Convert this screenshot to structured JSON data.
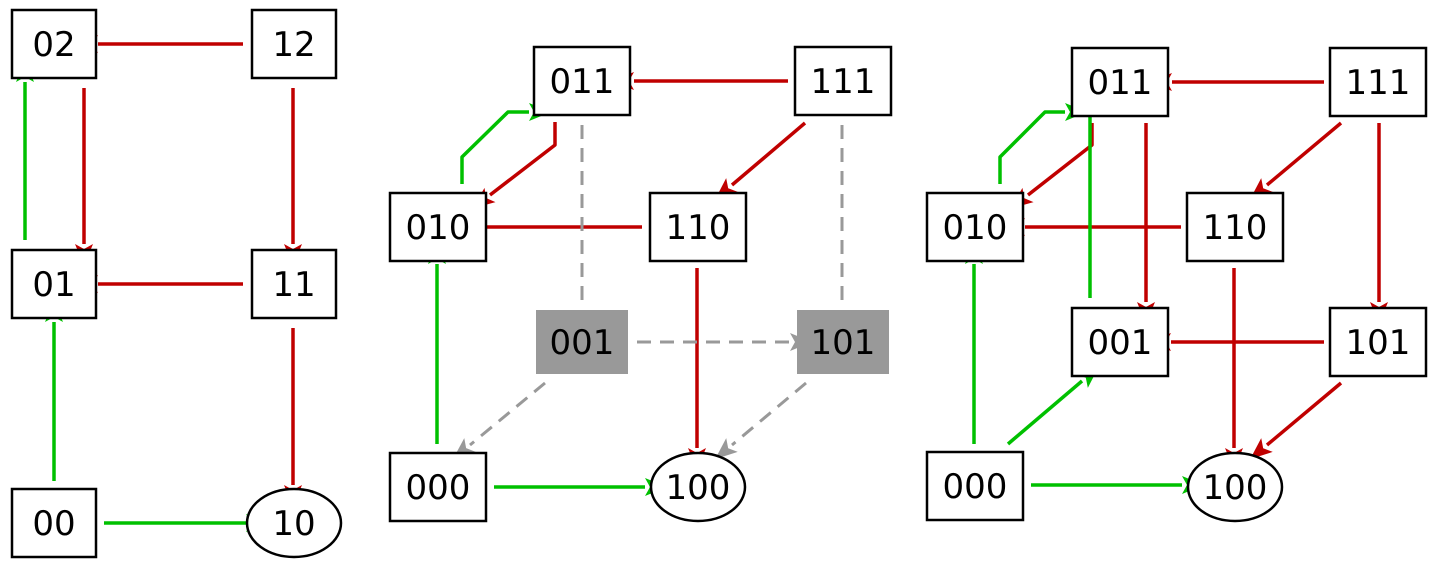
{
  "colors": {
    "green": "#00c000",
    "red": "#c00000",
    "gray": "#999999",
    "ink": "#000000",
    "paper": "#ffffff"
  },
  "diagrams": [
    {
      "id": "two-digit",
      "nodes": [
        {
          "id": "02",
          "label": "02",
          "shape": "box"
        },
        {
          "id": "12",
          "label": "12",
          "shape": "box"
        },
        {
          "id": "01",
          "label": "01",
          "shape": "box"
        },
        {
          "id": "11",
          "label": "11",
          "shape": "box"
        },
        {
          "id": "00",
          "label": "00",
          "shape": "box"
        },
        {
          "id": "10",
          "label": "10",
          "shape": "ellipse"
        }
      ],
      "edges": [
        {
          "from": "12",
          "to": "02",
          "color": "red"
        },
        {
          "from": "02",
          "to": "01",
          "color": "red"
        },
        {
          "from": "12",
          "to": "11",
          "color": "red"
        },
        {
          "from": "11",
          "to": "01",
          "color": "red"
        },
        {
          "from": "11",
          "to": "10",
          "color": "red"
        },
        {
          "from": "01",
          "to": "02",
          "color": "green"
        },
        {
          "from": "00",
          "to": "01",
          "color": "green"
        },
        {
          "from": "00",
          "to": "10",
          "color": "green"
        }
      ]
    },
    {
      "id": "cube-partial",
      "nodes": [
        {
          "id": "011",
          "label": "011",
          "shape": "box"
        },
        {
          "id": "111",
          "label": "111",
          "shape": "box"
        },
        {
          "id": "010",
          "label": "010",
          "shape": "box"
        },
        {
          "id": "110",
          "label": "110",
          "shape": "box"
        },
        {
          "id": "001",
          "label": "001",
          "shape": "filled"
        },
        {
          "id": "101",
          "label": "101",
          "shape": "filled"
        },
        {
          "id": "000",
          "label": "000",
          "shape": "box"
        },
        {
          "id": "100",
          "label": "100",
          "shape": "ellipse"
        }
      ],
      "edges": [
        {
          "from": "111",
          "to": "011",
          "color": "red"
        },
        {
          "from": "111",
          "to": "110",
          "color": "red"
        },
        {
          "from": "011",
          "to": "010",
          "color": "red"
        },
        {
          "from": "110",
          "to": "010",
          "color": "red"
        },
        {
          "from": "110",
          "to": "100",
          "color": "red"
        },
        {
          "from": "010",
          "to": "011",
          "color": "green"
        },
        {
          "from": "000",
          "to": "010",
          "color": "green"
        },
        {
          "from": "000",
          "to": "100",
          "color": "green"
        },
        {
          "from": "001",
          "to": "011",
          "color": "gray",
          "dashed": true
        },
        {
          "from": "001",
          "to": "101",
          "color": "gray",
          "dashed": true
        },
        {
          "from": "001",
          "to": "000",
          "color": "gray",
          "dashed": true
        },
        {
          "from": "101",
          "to": "111",
          "color": "gray",
          "dashed": true
        },
        {
          "from": "101",
          "to": "100",
          "color": "gray",
          "dashed": true
        }
      ]
    },
    {
      "id": "cube-full",
      "nodes": [
        {
          "id": "011",
          "label": "011",
          "shape": "box"
        },
        {
          "id": "111",
          "label": "111",
          "shape": "box"
        },
        {
          "id": "010",
          "label": "010",
          "shape": "box"
        },
        {
          "id": "110",
          "label": "110",
          "shape": "box"
        },
        {
          "id": "001",
          "label": "001",
          "shape": "box"
        },
        {
          "id": "101",
          "label": "101",
          "shape": "box"
        },
        {
          "id": "000",
          "label": "000",
          "shape": "box"
        },
        {
          "id": "100",
          "label": "100",
          "shape": "ellipse"
        }
      ],
      "edges": [
        {
          "from": "111",
          "to": "011",
          "color": "red"
        },
        {
          "from": "111",
          "to": "110",
          "color": "red"
        },
        {
          "from": "111",
          "to": "101",
          "color": "red"
        },
        {
          "from": "011",
          "to": "010",
          "color": "red"
        },
        {
          "from": "011",
          "to": "001",
          "color": "red"
        },
        {
          "from": "110",
          "to": "010",
          "color": "red"
        },
        {
          "from": "110",
          "to": "100",
          "color": "red"
        },
        {
          "from": "101",
          "to": "001",
          "color": "red"
        },
        {
          "from": "101",
          "to": "100",
          "color": "red"
        },
        {
          "from": "010",
          "to": "011",
          "color": "green"
        },
        {
          "from": "001",
          "to": "011",
          "color": "green"
        },
        {
          "from": "000",
          "to": "010",
          "color": "green"
        },
        {
          "from": "000",
          "to": "001",
          "color": "green"
        },
        {
          "from": "000",
          "to": "100",
          "color": "green"
        }
      ]
    }
  ]
}
